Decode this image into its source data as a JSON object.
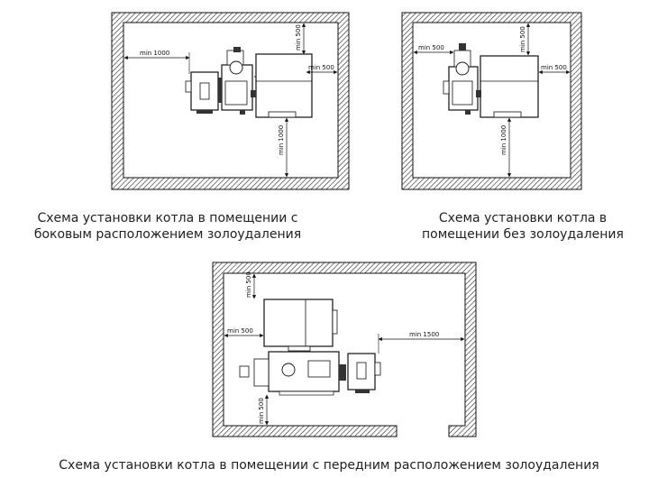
{
  "diagrams": [
    {
      "caption_line1": "Схема установки котла в помещении с",
      "caption_line2": "боковым расположением золоудаления",
      "dims": {
        "left": "min 1000",
        "top": "min 500",
        "right": "min 500",
        "bottom": "min 1000"
      }
    },
    {
      "caption_line1": "Схема установки котла в",
      "caption_line2": "помещении без золоудаления",
      "dims": {
        "left": "min 500",
        "top": "min 500",
        "right": "min 500",
        "bottom": "min 1000"
      }
    },
    {
      "caption_line1": "Схема установки котла в помещении с передним расположением золоудаления",
      "dims": {
        "top": "min 500",
        "left": "min 500",
        "right": "min 1500",
        "bottom": "min 500"
      }
    }
  ]
}
